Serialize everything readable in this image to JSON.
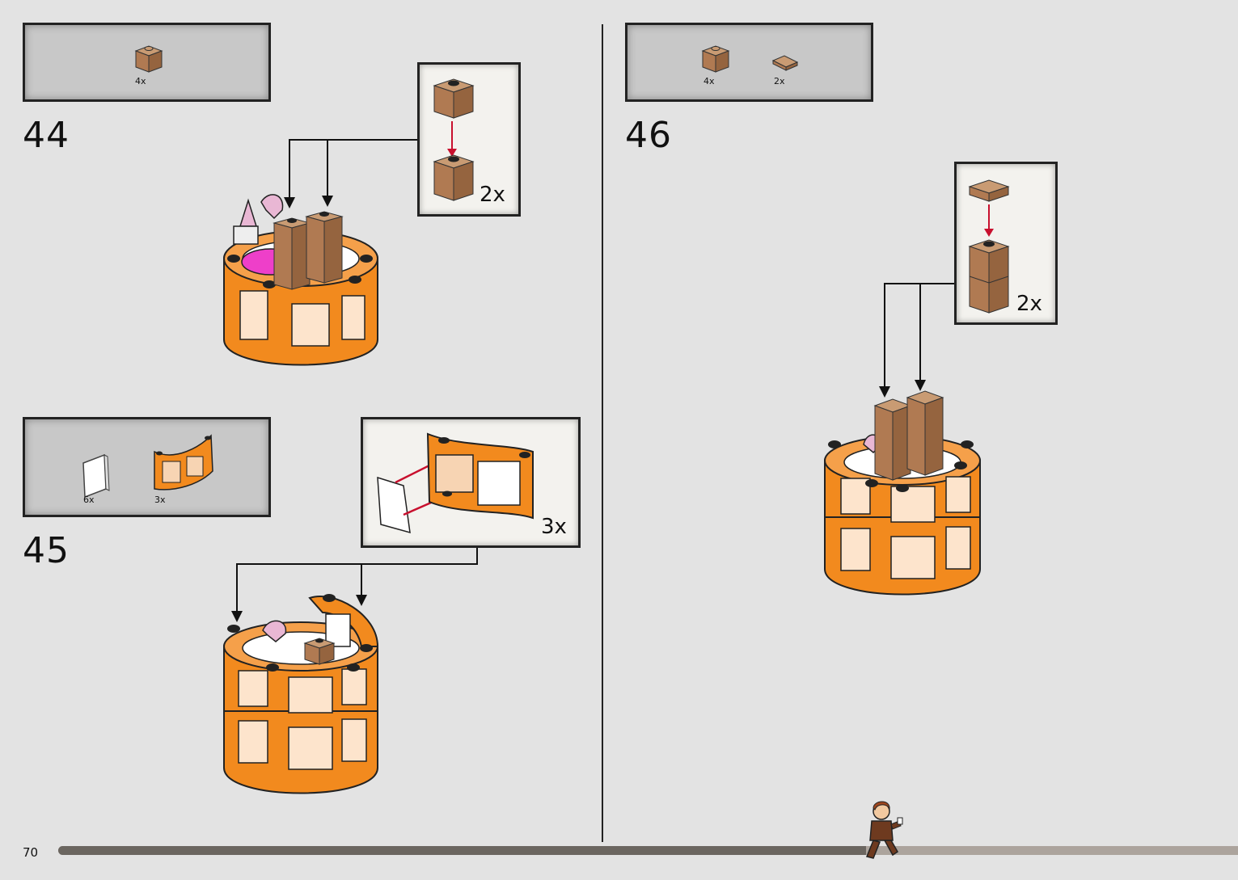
{
  "page": {
    "number": "70",
    "progress_fraction": 0.685
  },
  "colors": {
    "orange": "#f28a1e",
    "tan": "#b07a52",
    "pink": "#ee3fc9",
    "arrow_red": "#c8102e",
    "dark": "#222222"
  },
  "steps": [
    {
      "number": "44",
      "parts": [
        {
          "qty": "4x",
          "icon": "tan-brick-1x1-icon"
        }
      ],
      "subassembly_mult": "2x"
    },
    {
      "number": "45",
      "parts": [
        {
          "qty": "6x",
          "icon": "clear-window-pane-icon"
        },
        {
          "qty": "3x",
          "icon": "orange-curved-window-frame-icon"
        }
      ],
      "subassembly_mult": "3x"
    },
    {
      "number": "46",
      "parts": [
        {
          "qty": "4x",
          "icon": "tan-brick-1x1-icon"
        },
        {
          "qty": "2x",
          "icon": "tan-tile-1x1-icon"
        }
      ],
      "subassembly_mult": "2x"
    }
  ]
}
